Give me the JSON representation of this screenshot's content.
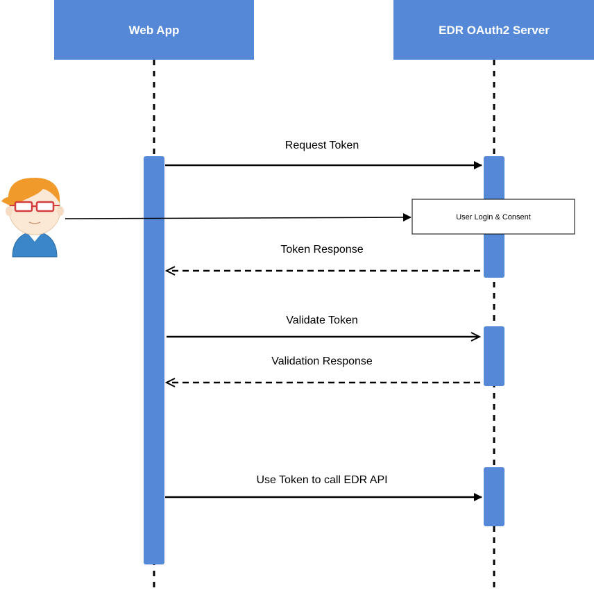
{
  "participants": {
    "web_app": "Web App",
    "server": "EDR OAuth2 Server"
  },
  "messages": {
    "request_token": "Request Token",
    "token_response": "Token Response",
    "validate_token": "Validate Token",
    "validation_response": "Validation Response",
    "use_token": "Use Token to call EDR API"
  },
  "note": {
    "login_consent": "User Login & Consent"
  },
  "actor": {
    "icon": "user-avatar-with-glasses"
  },
  "colors": {
    "participant_fill": "#5589D8",
    "activation_fill": "#5589D8",
    "participant_text": "#ffffff",
    "line": "#000000"
  }
}
